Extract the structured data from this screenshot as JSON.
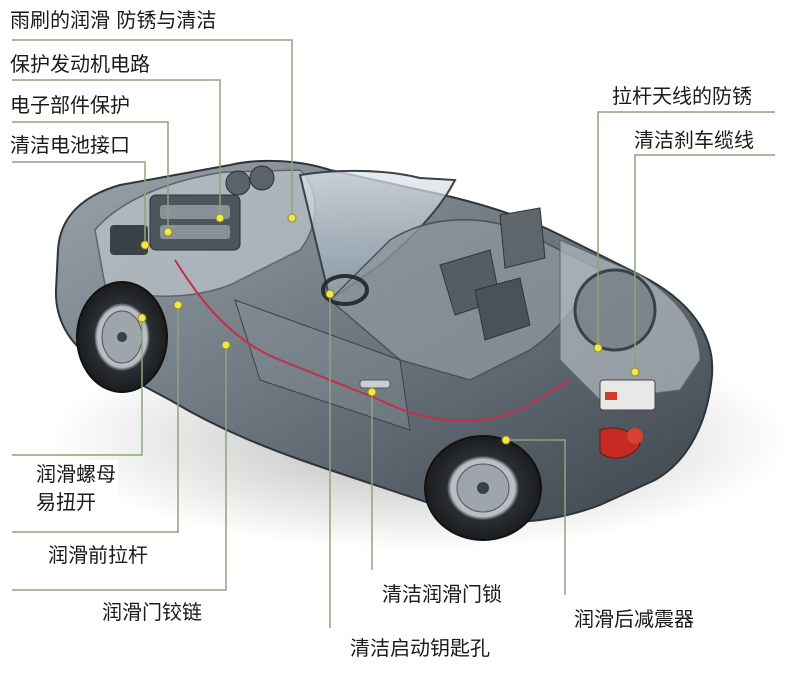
{
  "callouts": {
    "wiper": "雨刷的润滑 防锈与清洁",
    "engine_circuit": "保护发动机电路",
    "electronics": "电子部件保护",
    "battery": "清洁电池接口",
    "antenna": "拉杆天线的防锈",
    "brake_cable": "清洁刹车缆线",
    "nut": "润滑螺母\n易扭开",
    "front_rod": "润滑前拉杆",
    "hinge": "润滑门铰链",
    "door_lock": "清洁润滑门锁",
    "ignition": "清洁启动钥匙孔",
    "shock": "润滑后减震器"
  },
  "colors": {
    "leader_line": "#8aa67a",
    "marker": "#f4e64a",
    "body_paint": "#6d7780",
    "text": "#1a1a1a"
  }
}
